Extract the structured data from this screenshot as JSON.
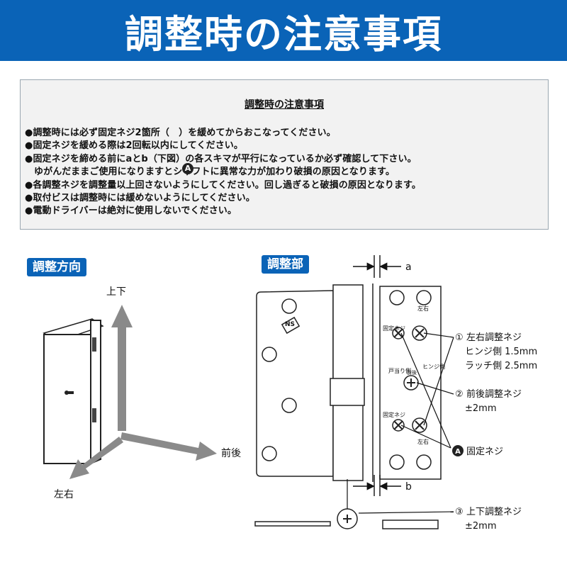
{
  "header": {
    "title": "調整時の注意事項"
  },
  "notice": {
    "title": "調整時の注意事項",
    "items": [
      "●調整時には必ず固定ネジ2箇所（　）を緩めてからおこなってください。",
      "●固定ネジを緩める際は2回転以内にしてください。",
      "●固定ネジを締める前にaとb（下図）の各スキマが平行になっているか必ず確認して下さい。",
      "ゆがんだままご使用になりますとシャフトに異常な力が加わり破損の原因となります。",
      "●各調整ネジを調整量以上回さないようにしてください。回し過ぎると破損の原因となります。",
      "●取付ビスは調整時には緩めないようにしてください。",
      "●電動ドライバーは絶対に使用しないでください。"
    ],
    "marker": "A"
  },
  "direction": {
    "label": "調整方向",
    "up_down": "上下",
    "front_back": "前後",
    "left_right": "左右"
  },
  "adjust": {
    "label": "調整部",
    "gap_a": "a",
    "gap_b": "b",
    "plate_labels": {
      "left_right_top": "左右",
      "fixed_top": "固定ネジ",
      "hinge_side": "ヒンジ側",
      "door_side": "戸当り側",
      "front_back": "前後",
      "fixed_bottom": "固定ネジ",
      "left_right_bottom": "左右"
    },
    "logo": "NS",
    "callouts": [
      {
        "num": "①",
        "title": "左右調整ネジ",
        "lines": [
          "ヒンジ側 1.5mm",
          "ラッチ側 2.5mm"
        ]
      },
      {
        "num": "②",
        "title": "前後調整ネジ",
        "lines": [
          "±2mm"
        ]
      },
      {
        "num": "A",
        "title": "固定ネジ",
        "lines": []
      },
      {
        "num": "③",
        "title": "上下調整ネジ",
        "lines": [
          "±2mm"
        ]
      }
    ]
  },
  "colors": {
    "brand": "#0a63b7",
    "notice_bg": "#f2f2f2",
    "arrow": "#8a8a8a"
  }
}
